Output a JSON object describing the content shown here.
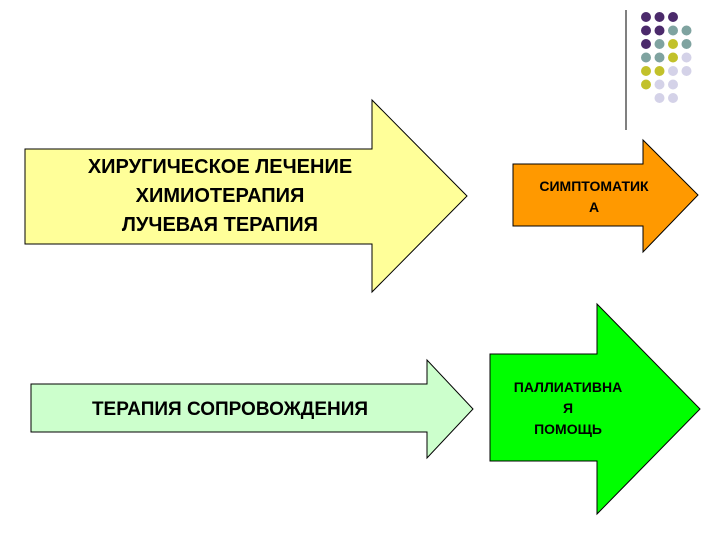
{
  "colors": {
    "main_arrow_fill": "#ffff99",
    "symptom_arrow_fill": "#ff9900",
    "support_arrow_fill": "#ccffcc",
    "palliative_arrow_fill": "#00ff00",
    "dot_purple": "#4b2a6b",
    "dot_teal": "#7fa3a0",
    "dot_olive": "#c2c12a",
    "dot_lavender": "#d4d2e8",
    "outline": "#000000",
    "divider": "#808080"
  },
  "arrows": {
    "main": {
      "lines": [
        "ХИРУГИЧЕСКОЕ ЛЕЧЕНИЕ",
        "ХИМИОТЕРАПИЯ",
        "ЛУЧЕВАЯ ТЕРАПИЯ"
      ]
    },
    "symptom": {
      "lines": [
        "СИМПТОМАТИК",
        "А"
      ]
    },
    "support": {
      "lines": [
        "ТЕРАПИЯ СОПРОВОЖДЕНИЯ"
      ]
    },
    "palliative": {
      "lines": [
        "ПАЛЛИАТИВНА",
        "Я",
        "ПОМОЩЬ"
      ]
    }
  },
  "decoration": {
    "dot_grid": [
      [
        "purple",
        "purple",
        "purple",
        null
      ],
      [
        "purple",
        "purple",
        "teal",
        "teal"
      ],
      [
        "purple",
        "teal",
        "olive",
        "teal"
      ],
      [
        "teal",
        "teal",
        "olive",
        "lavender"
      ],
      [
        "olive",
        "olive",
        "lavender",
        "lavender"
      ],
      [
        "olive",
        "lavender",
        "lavender",
        null
      ],
      [
        null,
        "lavender",
        "lavender",
        null
      ]
    ]
  }
}
